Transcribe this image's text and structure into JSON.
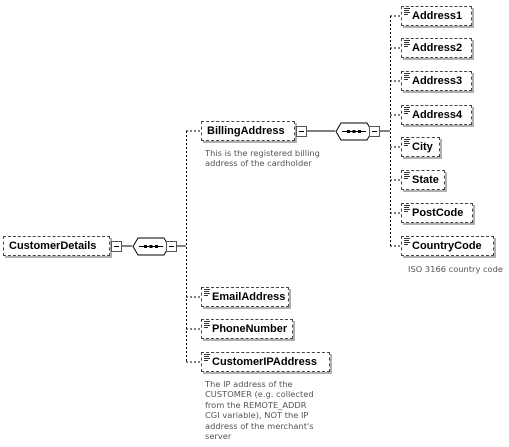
{
  "diagram": {
    "root": {
      "name": "CustomerDetails"
    },
    "children": [
      {
        "name": "BillingAddress",
        "note": "This is the registered billing\naddress of the cardholder"
      },
      {
        "name": "EmailAddress"
      },
      {
        "name": "PhoneNumber"
      },
      {
        "name": "CustomerIPAddress",
        "note": "The IP address of the\nCUSTOMER (e.g. collected\nfrom the REMOTE_ADDR\nCGI variable), NOT the IP\naddress of the merchant's\nserver"
      }
    ],
    "billing_children": [
      {
        "name": "Address1"
      },
      {
        "name": "Address2"
      },
      {
        "name": "Address3"
      },
      {
        "name": "Address4"
      },
      {
        "name": "City"
      },
      {
        "name": "State"
      },
      {
        "name": "PostCode"
      },
      {
        "name": "CountryCode",
        "note": "ISO 3166 country code"
      }
    ]
  }
}
